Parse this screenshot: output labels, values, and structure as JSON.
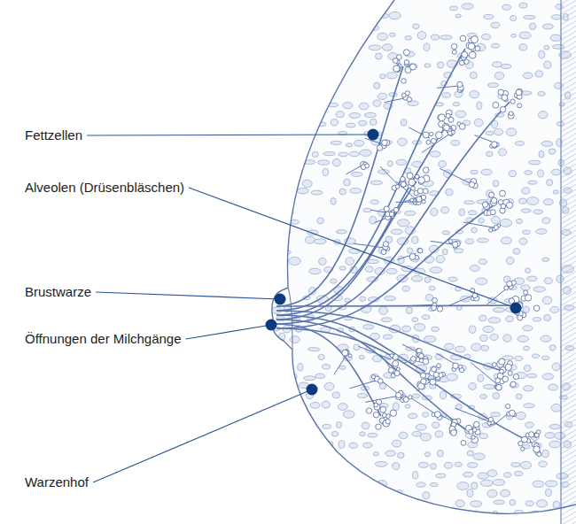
{
  "diagram": {
    "labels": [
      "Fettzellen",
      "Alveolen (Drüsenbläschen)",
      "Brustwarze",
      "Öffnungen der Milchgänge",
      "Warzenhof"
    ]
  }
}
